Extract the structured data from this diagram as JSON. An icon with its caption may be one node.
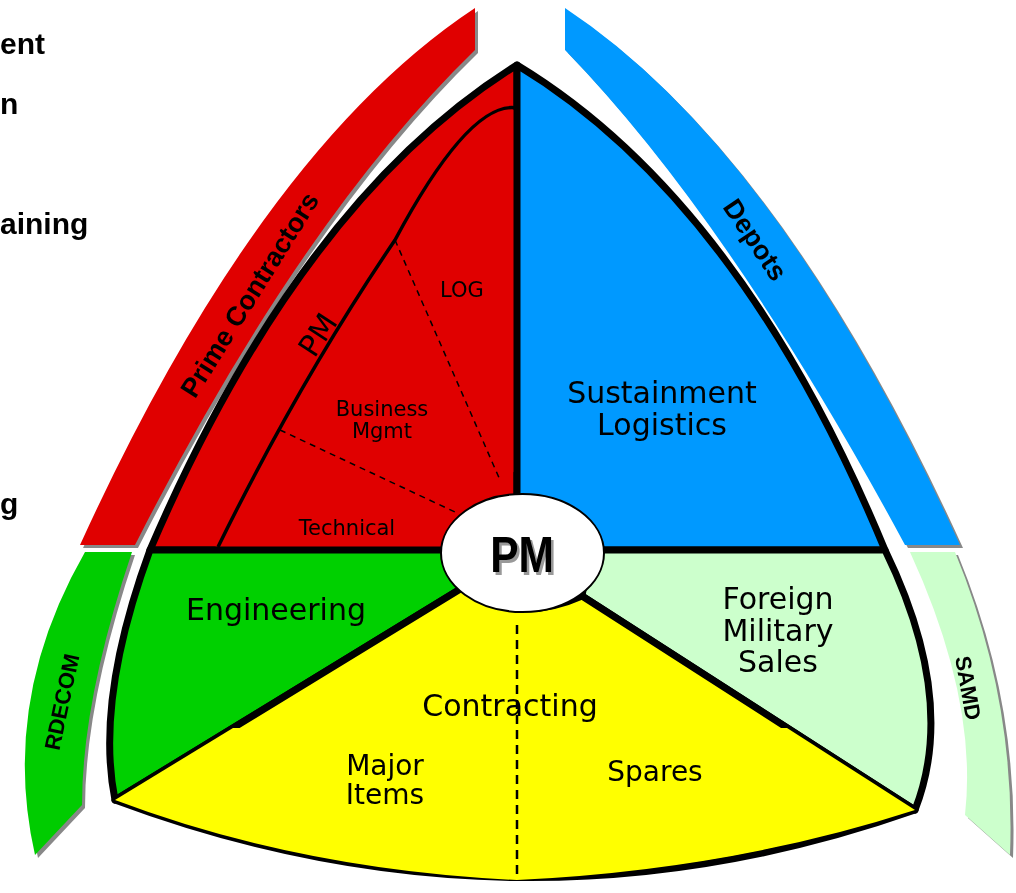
{
  "diagram": {
    "nodes": [
      {
        "text": [
          "Prime Contractors"
        ]
      },
      {
        "text": [
          "Depots"
        ]
      },
      {
        "text": [
          "RDECOM"
        ]
      },
      {
        "text": [
          "SAMD"
        ]
      },
      {
        "text": [
          "PM"
        ]
      },
      {
        "text": [
          "LOG"
        ],
        "in": 4
      },
      {
        "text": [
          "Business Mgmt"
        ],
        "in": 4
      },
      {
        "text": [
          "Technical"
        ],
        "in": 4
      },
      {
        "text": [
          "Sustainment Logistics"
        ]
      },
      {
        "text": [
          "PM"
        ]
      },
      {
        "text": [
          "Engineering"
        ]
      },
      {
        "text": [
          "Foreign Military Sales"
        ]
      },
      {
        "text": [
          "Contracting"
        ]
      },
      {
        "text": [
          "Major Items"
        ],
        "in": 12
      },
      {
        "text": [
          "Spares"
        ],
        "in": 12
      }
    ],
    "labels": [
      "ent",
      "n",
      "aining",
      "g"
    ]
  }
}
